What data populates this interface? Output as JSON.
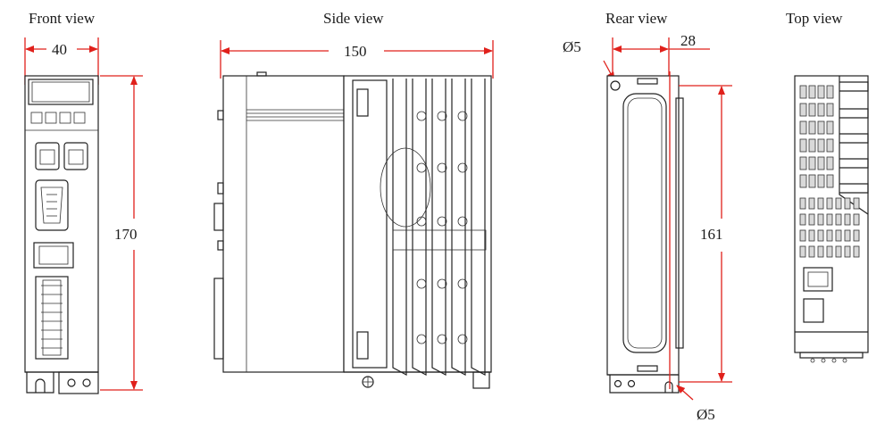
{
  "views": {
    "front": {
      "label": "Front view",
      "width": "40",
      "height": "170"
    },
    "side": {
      "label": "Side view",
      "depth": "150"
    },
    "rear": {
      "label": "Rear view",
      "hole_top": "Ø5",
      "offset": "28",
      "height": "161",
      "hole_bottom": "Ø5"
    },
    "top": {
      "label": "Top view"
    }
  },
  "colors": {
    "dimension": "#e0201b",
    "outline": "#222222"
  }
}
